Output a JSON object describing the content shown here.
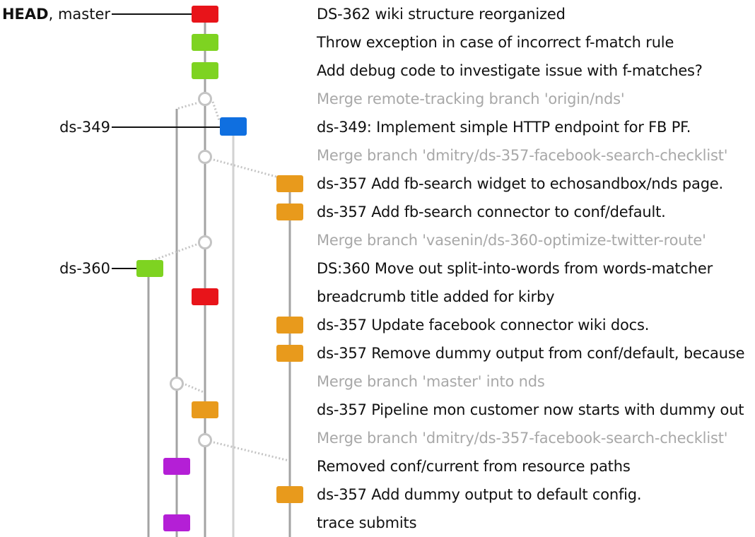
{
  "refs": {
    "head": {
      "bold": "HEAD",
      "rest": ", master"
    },
    "ds349": "ds-349",
    "ds360": "ds-360"
  },
  "colors": {
    "red": "#e8141a",
    "green": "#7ed321",
    "blue": "#0f6fe0",
    "orange": "#e89a1c",
    "purple": "#b41fd6",
    "line": "#a3a3a3",
    "line_light": "#d2d2d2",
    "merge_text": "#a8a8a8"
  },
  "commits": [
    {
      "message": "DS-362 wiki structure reorganized",
      "merge": false
    },
    {
      "message": "Throw exception in case of incorrect f-match rule",
      "merge": false
    },
    {
      "message": "Add debug code to investigate issue with f-matches?",
      "merge": false
    },
    {
      "message": "Merge remote-tracking branch 'origin/nds'",
      "merge": true
    },
    {
      "message": "ds-349: Implement simple HTTP endpoint for FB PF.",
      "merge": false
    },
    {
      "message": "Merge branch 'dmitry/ds-357-facebook-search-checklist'",
      "merge": true
    },
    {
      "message": "ds-357 Add fb-search widget to echosandbox/nds page.",
      "merge": false
    },
    {
      "message": "ds-357 Add fb-search connector to conf/default.",
      "merge": false
    },
    {
      "message": "Merge branch 'vasenin/ds-360-optimize-twitter-route'",
      "merge": true
    },
    {
      "message": "DS:360 Move out split-into-words from words-matcher",
      "merge": false
    },
    {
      "message": "breadcrumb title added for kirby",
      "merge": false
    },
    {
      "message": "ds-357 Update facebook connector wiki docs.",
      "merge": false
    },
    {
      "message": "ds-357 Remove dummy output from conf/default, because",
      "merge": false
    },
    {
      "message": "Merge branch 'master' into nds",
      "merge": true
    },
    {
      "message": "ds-357 Pipeline mon customer now starts with dummy out",
      "merge": false
    },
    {
      "message": "Merge branch 'dmitry/ds-357-facebook-search-checklist'",
      "merge": true
    },
    {
      "message": "Removed conf/current from resource paths",
      "merge": false
    },
    {
      "message": "ds-357 Add dummy output to default config.",
      "merge": false
    },
    {
      "message": "trace submits",
      "merge": false
    }
  ]
}
